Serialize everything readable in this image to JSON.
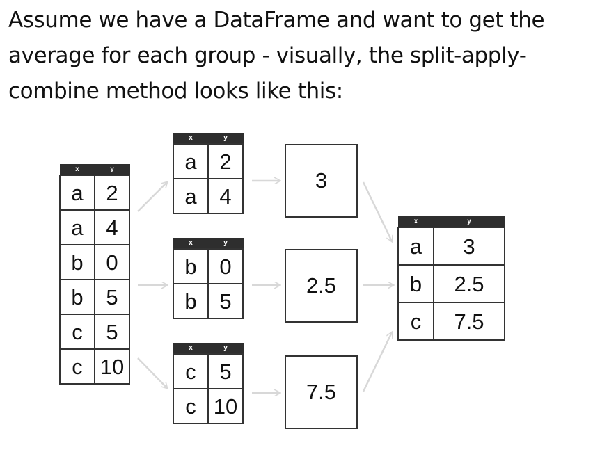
{
  "intro_text": "Assume we have a DataFrame and want to get the average for each group - visually, the split-apply-combine method looks like this:",
  "columns": {
    "x": "x",
    "y": "y"
  },
  "original_table": [
    [
      "a",
      "2"
    ],
    [
      "a",
      "4"
    ],
    [
      "b",
      "0"
    ],
    [
      "b",
      "5"
    ],
    [
      "c",
      "5"
    ],
    [
      "c",
      "10"
    ]
  ],
  "split_groups": [
    [
      [
        "a",
        "2"
      ],
      [
        "a",
        "4"
      ]
    ],
    [
      [
        "b",
        "0"
      ],
      [
        "b",
        "5"
      ]
    ],
    [
      [
        "c",
        "5"
      ],
      [
        "c",
        "10"
      ]
    ]
  ],
  "applied_values": [
    "3",
    "2.5",
    "7.5"
  ],
  "combined_table": [
    [
      "a",
      "3"
    ],
    [
      "b",
      "2.5"
    ],
    [
      "c",
      "7.5"
    ]
  ],
  "colors": {
    "header": "#2e2e2e",
    "border": "#333333",
    "arrow": "#d8d8d8"
  }
}
